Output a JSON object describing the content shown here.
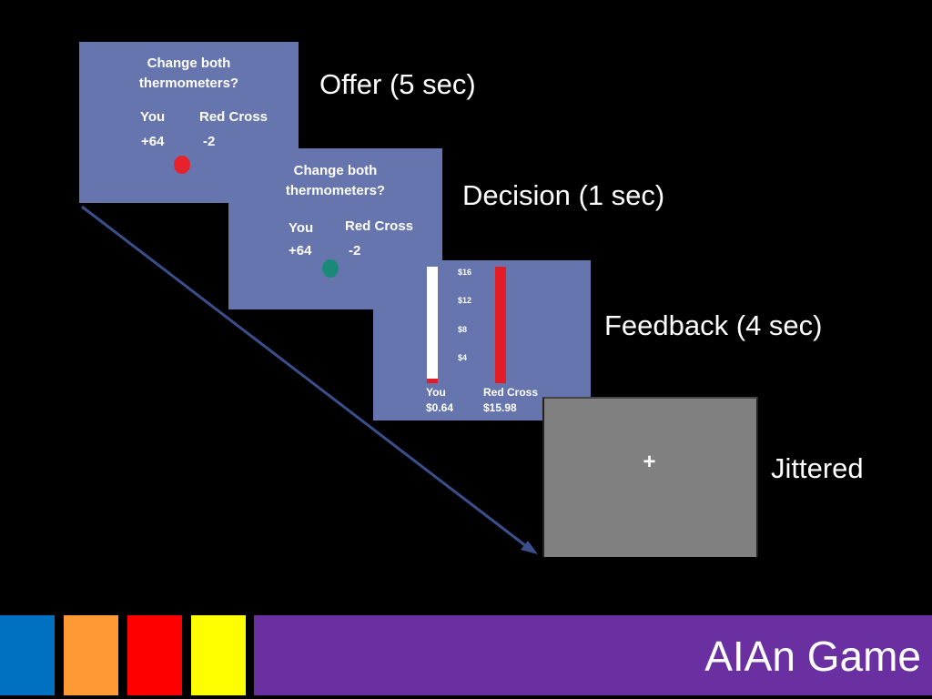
{
  "steps": {
    "offer": "Offer (5 sec)",
    "decision": "Decision (1 sec)",
    "feedback": "Feedback (4 sec)",
    "jittered": "Jittered"
  },
  "offer_card": {
    "question_line1": "Change both",
    "question_line2": "thermometers?",
    "you_label": "You",
    "other_label": "Red Cross",
    "you_value": "+64",
    "other_value": "-2"
  },
  "decision_card": {
    "question_line1": "Change both",
    "question_line2": "thermometers?",
    "you_label": "You",
    "other_label": "Red Cross",
    "you_value": "+64",
    "other_value": "-2"
  },
  "feedback_card": {
    "ticks": [
      "$16",
      "$12",
      "$8",
      "$4"
    ],
    "you_label": "You",
    "you_amount": "$0.64",
    "other_label": "Red Cross",
    "other_amount": "$15.98",
    "you_fill_level": 0.04,
    "other_fill_level": 0.999
  },
  "fixation": {
    "symbol": "+"
  },
  "banner": {
    "title": "AIAn Game"
  },
  "colors": {
    "card_bg": "#6675ad",
    "offer_dot": "#e8222c",
    "decision_dot": "#1a8a78",
    "thermo_red": "#e31c25",
    "fixation_bg": "#808080",
    "arrow": "#3a4f8c",
    "banner_bg": "#6a2fa0",
    "stripe_blue": "#0070c0",
    "stripe_orange": "#ff9933",
    "stripe_red": "#ff0000",
    "stripe_yellow": "#ffff00"
  }
}
